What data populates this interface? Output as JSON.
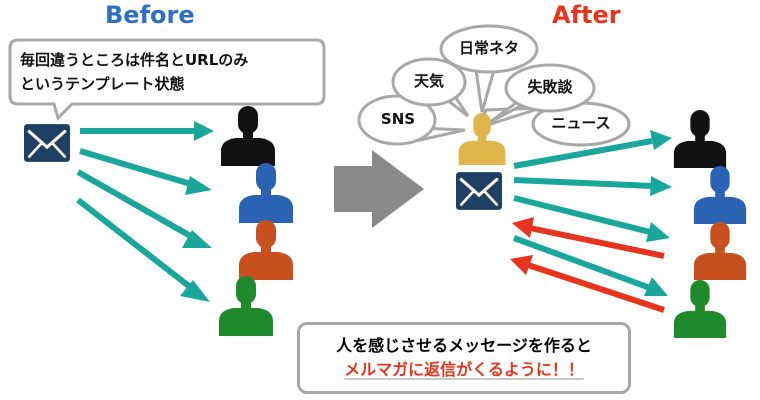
{
  "headings": {
    "before": "Before",
    "after": "After"
  },
  "before_callout": {
    "line1": "毎回違うところは件名とURLのみ",
    "line2": "というテンプレート状態"
  },
  "topics": [
    "SNS",
    "天気",
    "日常ネタ",
    "失敗談",
    "ニュース"
  ],
  "message": {
    "line1": "人を感じさせるメッセージを作ると",
    "line2": "メルマガに返信がくるように！！"
  },
  "icons": {
    "envelope": "envelope-icon",
    "person": "person-silhouette-icon",
    "big_arrow": "right-arrow-icon"
  },
  "colors": {
    "before_heading": "#2f6fc2",
    "after_heading": "#e8341c",
    "teal": "#19a79b",
    "reply_red": "#e8341c",
    "envelope": "#1f3f63",
    "person_black": "#111111",
    "person_blue": "#2a63b3",
    "person_orange": "#c8501f",
    "person_green": "#1f8a2c",
    "sender_gold": "#e0b64a",
    "gray": "#8a8a8a"
  }
}
